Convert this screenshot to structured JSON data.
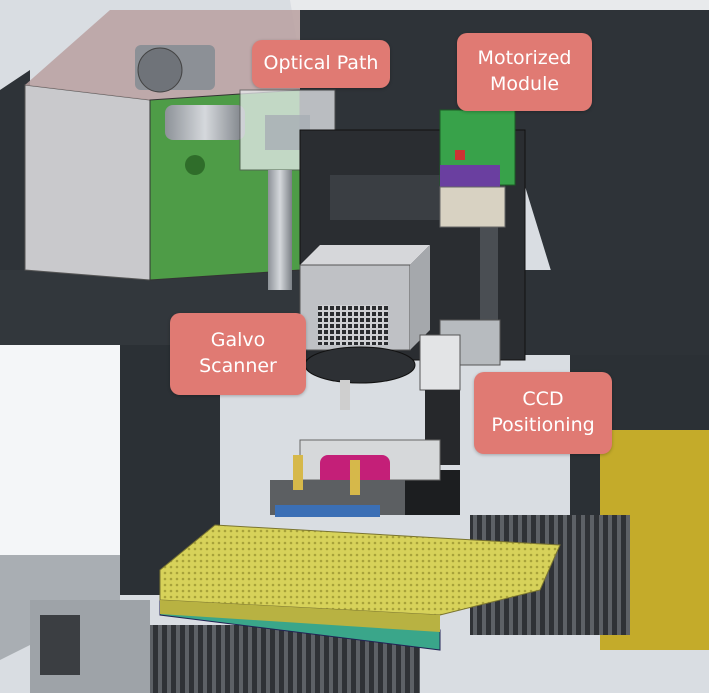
{
  "callouts": {
    "optical_path": {
      "label": "Optical Path"
    },
    "motorized_module": {
      "line1": "Motorized",
      "line2": "Module"
    },
    "galvo_scanner": {
      "line1": "Galvo",
      "line2": "Scanner"
    },
    "ccd_positioning": {
      "line1": "CCD",
      "line2": "Positioning"
    }
  },
  "colors": {
    "callout_fill": "#e07a73",
    "callout_text": "#ffffff",
    "machine_frame": "#2e3338",
    "laser_housing": "#c9c9cc",
    "green_panel": "#4e9c47",
    "motor_green": "#38a24a",
    "motor_purple": "#6a3fa0",
    "work_tray": "#d7d25a",
    "tray_base": "#3aa68a",
    "magenta_fixture": "#c41f78",
    "yellow_panel": "#c4ab2a",
    "background": "#d9dde2"
  }
}
